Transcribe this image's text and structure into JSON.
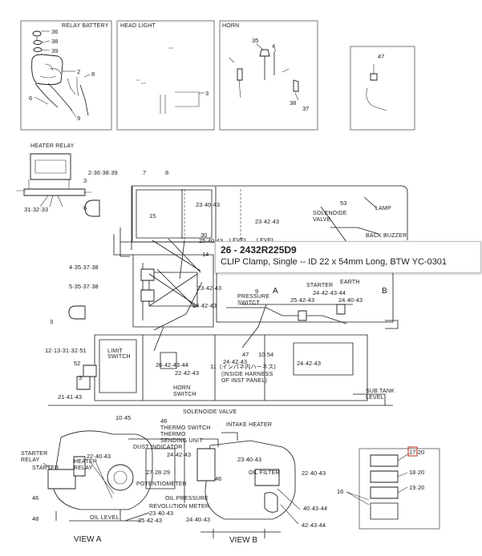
{
  "panels": {
    "relay_battery": "RELAY BATTERY",
    "head_light": "HEAD LIGHT",
    "horn": "HORN",
    "heater_relay": "HEATER RELAY"
  },
  "labels": {
    "solenoid_valve_top": [
      "SOLENOIDE",
      "VALVE"
    ],
    "lamp": "LAMP",
    "back_buzzer": "BACK BUZZER",
    "level_a": "LEVEL",
    "level_b": "LEVEL",
    "starter": "STARTER",
    "earth": "EARTH",
    "pressure_switch": [
      "PRESSURE",
      "SWITCT"
    ],
    "limit_switch": [
      "LIMIT",
      "SWITCH"
    ],
    "horn_switch": [
      "HORN",
      "SWITCH"
    ],
    "harness_jp": "(インパネ内ハーネス)",
    "inside_harness": [
      "(INSIDE HARNESS",
      "OF INST PANEL)"
    ],
    "solenoide_valve_bottom": "SOLENOIDE VALVE",
    "sub_tank": [
      "SUB TANK",
      "LEVEL"
    ],
    "thermo_switch": "THERMO SWITCH",
    "thermo_sending": [
      "THERMO",
      "SENDING UNIT"
    ],
    "intake_heater": "INTAKE HEATER",
    "dust_indicator": "DUST INDICATOR",
    "starter_relay": [
      "STARTER",
      "RELAY"
    ],
    "heater_relay_b": [
      "HEATER",
      "RELAY"
    ],
    "starter_b": "STARTER",
    "potentiometer": "POTENTIOMETER",
    "oil_filter": "OIL FILTER",
    "oil_pressure": "OIL PRESSURE",
    "revolution_meter": "REVOLUTION METER",
    "oil_level": "OIL LEVEL",
    "view_a": "VIEW A",
    "view_b": "VIEW B",
    "letter_a": "A",
    "letter_b": "B"
  },
  "callouts": {
    "c36": "36",
    "c38": "38",
    "c39": "39",
    "c2": "2",
    "c8a": "8",
    "c6a": "6",
    "c9": "9",
    "c3a": "3",
    "c35": "35",
    "c4": "4",
    "c38b": "38",
    "c37": "37",
    "c47a": "47",
    "c2363839": "2·36·38·39",
    "c7": "7",
    "c8b": "8",
    "c3b": "3",
    "c6b": "6",
    "c313233": "31·32·33",
    "c15": "15",
    "c30": "30",
    "c14": "14",
    "c23_40_43a": "23·40·43",
    "c25_40_43": "25·40·43",
    "c23_42_43a": "23·42·43",
    "c23_42_43b": "23·42·43",
    "c24_42_43a": "24·42·43",
    "c53": "53",
    "c4353738": "4·35·37·38",
    "c5353738": "5·35·37·38",
    "c3c": "3",
    "c1213": "12·13·31·32·51",
    "c9b": "9",
    "c25_42_43": "25·42·43",
    "c24_42_43_44": "24·42·43·44",
    "c24_40_43": "24·40·43",
    "c52": "52",
    "c3d": "3",
    "c21_41_43": "21·41·43",
    "c10_45": "10·45",
    "c26_42": "26·42·43·44",
    "c22_43": "22·42·43",
    "c11": "11",
    "c24_42_43b": "24·42·43",
    "c47b": "47",
    "c1054": "10·54",
    "c24_42_43c": "24·42·43",
    "c46a": "46",
    "c22_40_43": "22·40·43",
    "c24_42_43d": "24·42·43",
    "c272829": "27·28·29",
    "c46b": "46",
    "c48": "48",
    "c23_40_43b": "23·40·43",
    "c25_42_43b": "25·42·43",
    "c23_40_43c": "23·40·43",
    "c46c": "46",
    "c22_40_43b": "22·40·43",
    "c24_40_43b": "24·40·43",
    "c40_43_44": "40·43·44",
    "c42_43_44": "42·43·44",
    "c17_20": "17·20",
    "c18_20": "18·20",
    "c19_20": "19·20",
    "c16": "16"
  },
  "tooltip": {
    "title": "26 - 2432R225D9",
    "description": "CLIP Clamp, Single -- ID 22 x 54mm Long, BTW YC-0301"
  },
  "colors": {
    "highlight": "#c0392b",
    "ink": "#1a1a1a"
  }
}
